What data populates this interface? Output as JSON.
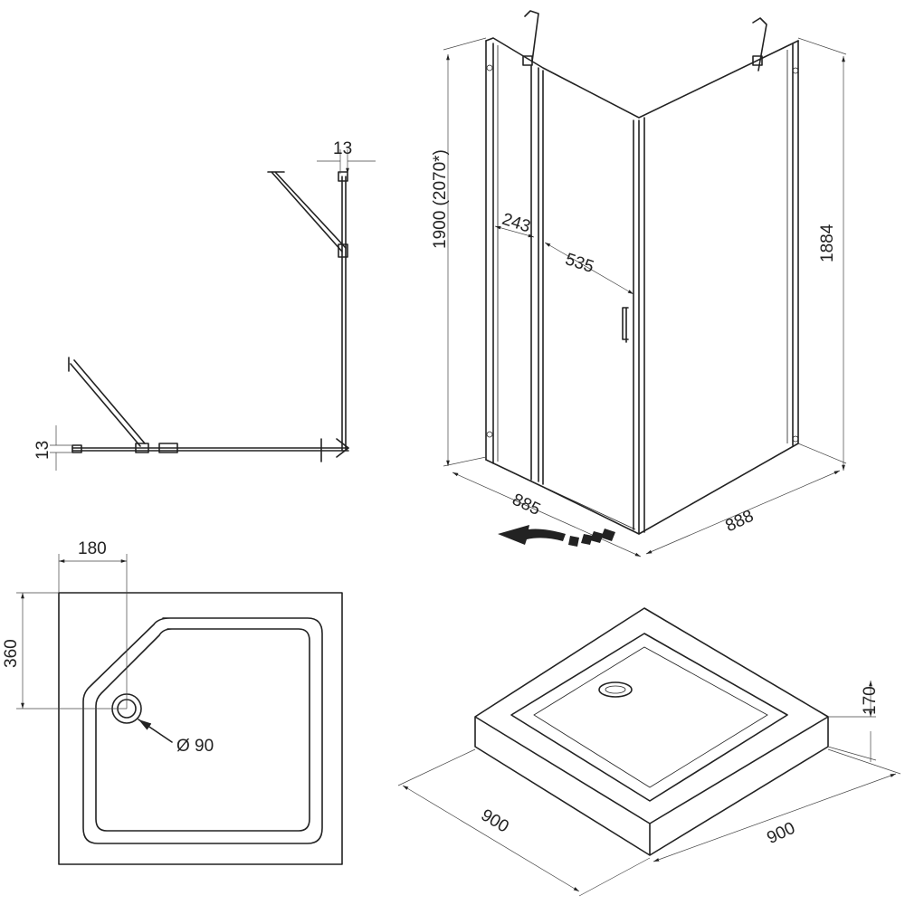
{
  "plan_view": {
    "dim_top": "13",
    "dim_left": "13"
  },
  "enclosure": {
    "height_total": "1900 (2070*)",
    "fixed_panel_width": "243",
    "door_width": "535",
    "panel_height": "1884",
    "depth_left": "885",
    "depth_right": "888"
  },
  "tray_plan": {
    "drain_offset_x": "180",
    "drain_offset_y": "360",
    "drain_diameter": "Ø 90"
  },
  "tray_iso": {
    "height": "170",
    "width_left": "900",
    "width_right": "900"
  }
}
